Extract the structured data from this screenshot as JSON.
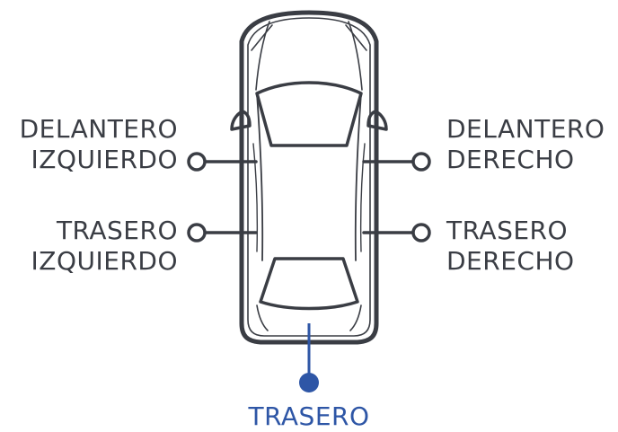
{
  "labels": {
    "front_left": {
      "line1": "DELANTERO",
      "line2": "IZQUIERDO"
    },
    "rear_left": {
      "line1": "TRASERO",
      "line2": "IZQUIERDO"
    },
    "front_right": {
      "line1": "DELANTERO",
      "line2": "DERECHO"
    },
    "rear_right": {
      "line1": "TRASERO",
      "line2": "DERECHO"
    },
    "rear": "TRASERO"
  },
  "colors": {
    "outline": "#3a3d44",
    "highlight": "#2e56a6"
  }
}
